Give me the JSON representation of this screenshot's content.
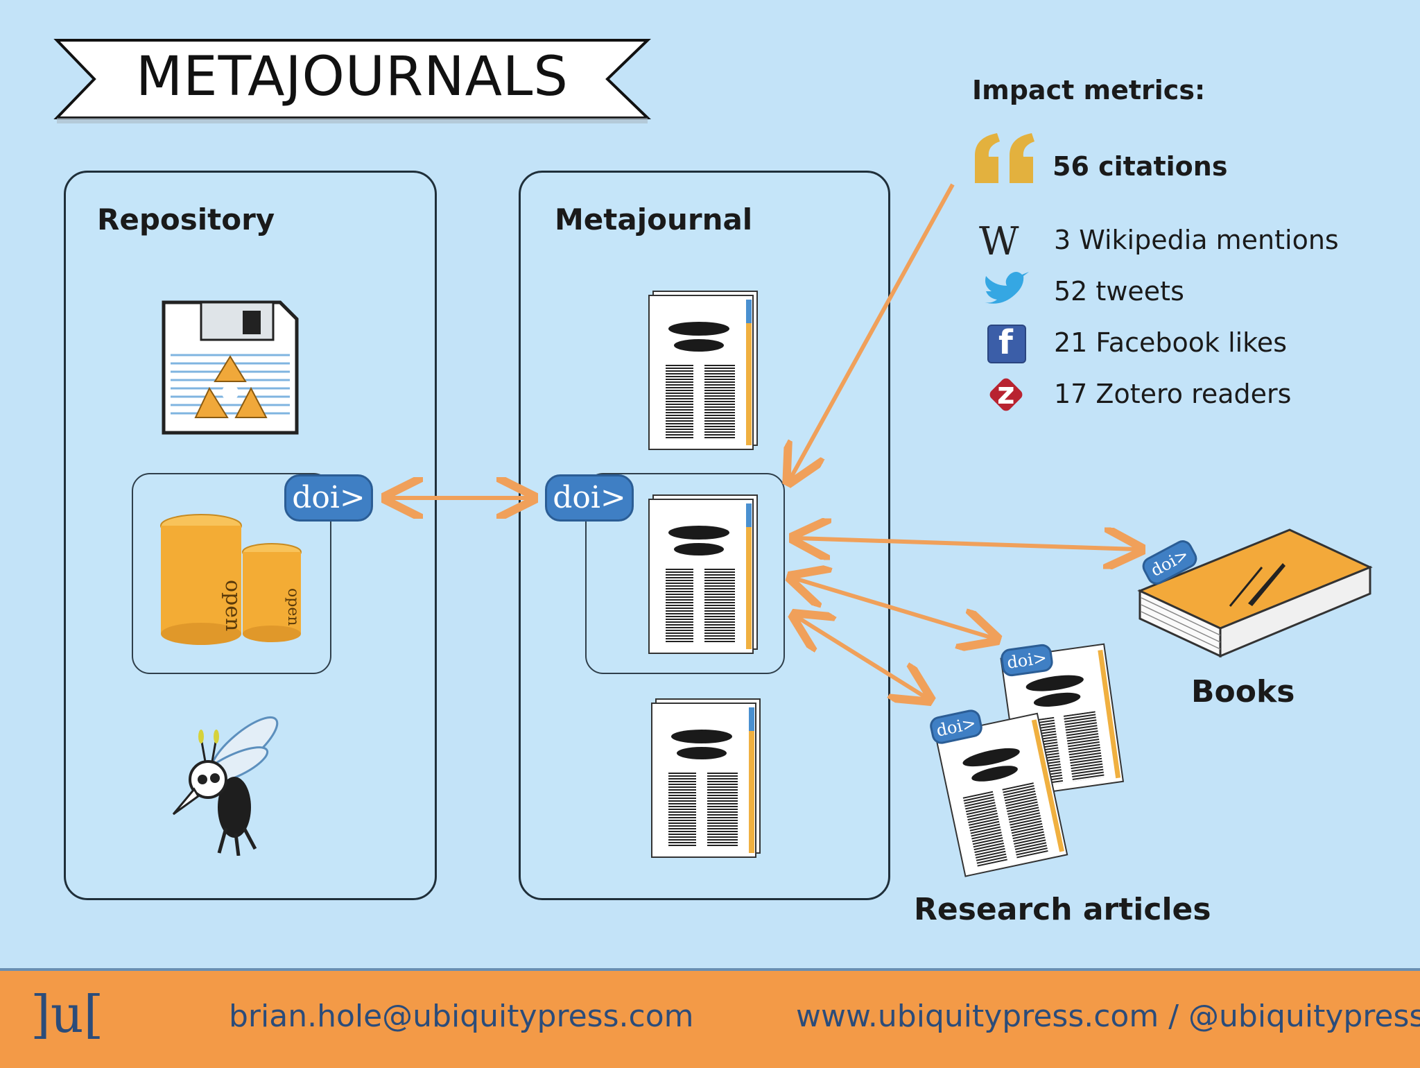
{
  "banner": {
    "title": "METAJOURNALS"
  },
  "repository": {
    "title": "Repository"
  },
  "metajournal": {
    "title": "Metajournal"
  },
  "doi": {
    "label": "doi>"
  },
  "open": {
    "label": "open"
  },
  "impact": {
    "heading": "Impact metrics:",
    "citations": "56 citations",
    "items": [
      {
        "icon": "wikipedia-icon",
        "text": "3 Wikipedia mentions"
      },
      {
        "icon": "twitter-icon",
        "text": "52 tweets"
      },
      {
        "icon": "facebook-icon",
        "text": "21 Facebook likes"
      },
      {
        "icon": "zotero-icon",
        "text": "17 Zotero readers"
      }
    ]
  },
  "outputs": {
    "books": "Books",
    "articles": "Research articles"
  },
  "footer": {
    "logo": "]u[",
    "email": "brian.hole@ubiquitypress.com",
    "web": "www.ubiquitypress.com / @ubiquitypress"
  },
  "colors": {
    "background": "#c3e3f8",
    "accent": "#f39a47",
    "arrow": "#f0a05a",
    "doi": "#3f7fc4",
    "footer_text": "#2b4c7a"
  }
}
